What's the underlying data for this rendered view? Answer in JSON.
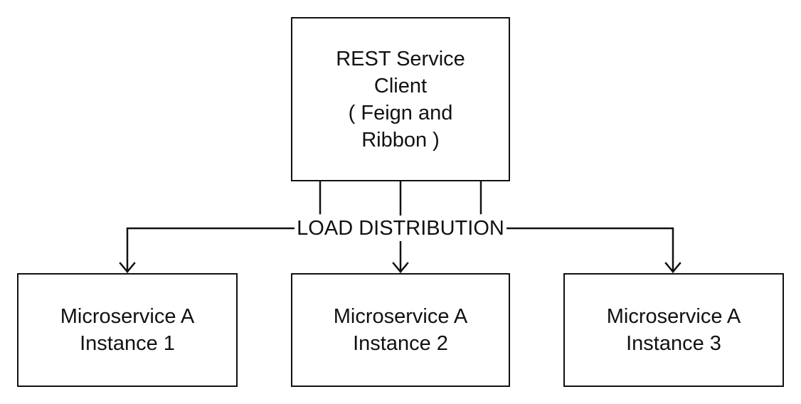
{
  "client": {
    "lines": [
      "REST Service",
      "Client",
      "( Feign and",
      "Ribbon )"
    ]
  },
  "distribution": {
    "label": "LOAD DISTRIBUTION"
  },
  "instances": [
    {
      "lines": [
        "Microservice A",
        "Instance 1"
      ]
    },
    {
      "lines": [
        "Microservice A",
        "Instance 2"
      ]
    },
    {
      "lines": [
        "Microservice A",
        "Instance 3"
      ]
    }
  ],
  "colors": {
    "stroke": "#111111",
    "background": "#ffffff"
  }
}
